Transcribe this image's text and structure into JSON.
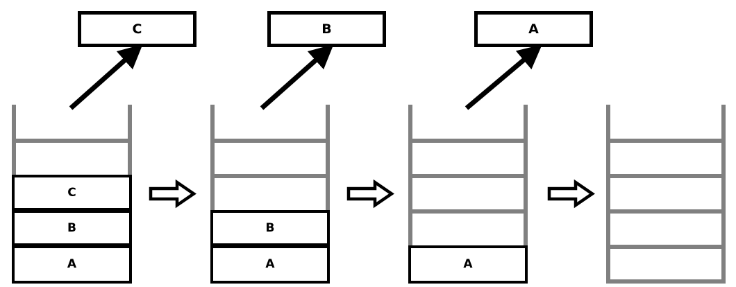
{
  "diagram": {
    "title": "stack-pop-sequence",
    "colors": {
      "empty_slot": "#808080",
      "filled_cell_border": "#000000",
      "background": "#ffffff",
      "arrow": "#000000"
    },
    "slot_count": 5,
    "stages": [
      {
        "id": "stage-1",
        "stack_contents": [
          "C",
          "B",
          "A"
        ],
        "empty_slots": 2,
        "popped_label": "C",
        "has_popped_box": true,
        "has_step_arrow": true
      },
      {
        "id": "stage-2",
        "stack_contents": [
          "B",
          "A"
        ],
        "empty_slots": 3,
        "popped_label": "B",
        "has_popped_box": true,
        "has_step_arrow": true
      },
      {
        "id": "stage-3",
        "stack_contents": [
          "A"
        ],
        "empty_slots": 4,
        "popped_label": "A",
        "has_popped_box": true,
        "has_step_arrow": true
      },
      {
        "id": "stage-4",
        "stack_contents": [],
        "empty_slots": 5,
        "popped_label": "",
        "has_popped_box": false,
        "has_step_arrow": false
      }
    ]
  }
}
